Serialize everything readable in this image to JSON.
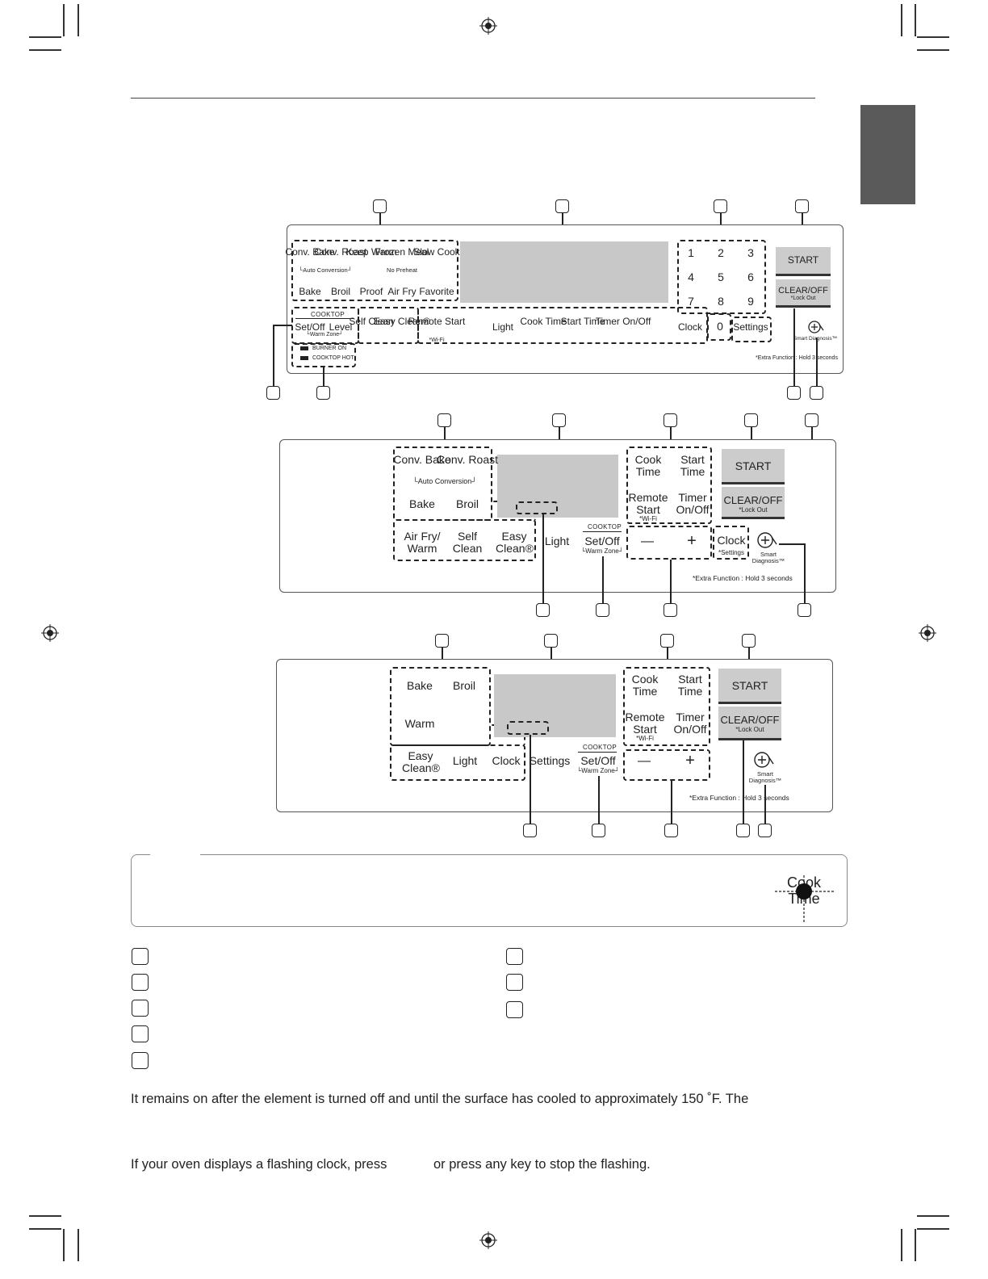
{
  "panel1": {
    "buttons": {
      "conv_bake": "Conv. Bake",
      "conv_roast": "Conv. Roast",
      "auto_conversion": "└Auto Conversion┘",
      "keep_warm": "Keep Warm",
      "frozen_meal": "Frozen Meal",
      "no_preheat": "No Preheat",
      "slow_cook": "Slow Cook",
      "bake": "Bake",
      "broil": "Broil",
      "proof": "Proof",
      "air_fry": "Air Fry",
      "favorite": "Favorite",
      "cooktop_header": "COOKTOP",
      "set_off": "Set/Off",
      "level": "Level",
      "warm_zone": "└Warm Zone┘",
      "self_clean": "Self Clean",
      "easy_clean": "Easy Clean®",
      "remote_start": "Remote Start",
      "wifi": "*Wi-Fi",
      "light": "Light",
      "cook_time": "Cook Time",
      "start_time": "Start Time",
      "timer_onoff": "Timer On/Off",
      "clock": "Clock",
      "settings": "Settings",
      "start": "START",
      "clear_off": "CLEAR/OFF",
      "lock_out": "*Lock Out",
      "smart_diagnosis": "Smart Diagnosis™",
      "burner_on": "BURNER ON",
      "cooktop_hot": "COOKTOP HOT",
      "extra_function": "*Extra Function : Hold 3 seconds"
    },
    "keypad": [
      "1",
      "2",
      "3",
      "4",
      "5",
      "6",
      "7",
      "8",
      "9",
      "0"
    ]
  },
  "panel2": {
    "buttons": {
      "conv_bake": "Conv. Bake",
      "conv_roast": "Conv. Roast",
      "auto_conversion": "└Auto Conversion┘",
      "bake": "Bake",
      "broil": "Broil",
      "air_fry_warm": "Air Fry/ Warm",
      "self_clean": "Self Clean",
      "easy_clean": "Easy Clean®",
      "light": "Light",
      "cooktop_header": "COOKTOP",
      "set_off": "Set/Off",
      "warm_zone": "└Warm Zone┘",
      "cook_time": "Cook Time",
      "start_time": "Start Time",
      "remote_start": "Remote Start",
      "wifi": "*Wi-Fi",
      "timer_onoff": "Timer On/Off",
      "minus": "—",
      "plus": "+",
      "clock": "Clock",
      "settings_sub": "*Settings",
      "start": "START",
      "clear_off": "CLEAR/OFF",
      "lock_out": "*Lock Out",
      "smart_diagnosis": "Smart Diagnosis™",
      "extra_function": "*Extra Function : Hold 3 seconds"
    }
  },
  "panel3": {
    "buttons": {
      "bake": "Bake",
      "broil": "Broil",
      "warm": "Warm",
      "easy_clean": "Easy Clean®",
      "light": "Light",
      "clock": "Clock",
      "settings": "Settings",
      "cooktop_header": "COOKTOP",
      "set_off": "Set/Off",
      "warm_zone": "└Warm Zone┘",
      "cook_time": "Cook Time",
      "start_time": "Start Time",
      "remote_start": "Remote Start",
      "wifi": "*Wi-Fi",
      "timer_onoff": "Timer On/Off",
      "minus": "—",
      "plus": "+",
      "start": "START",
      "clear_off": "CLEAR/OFF",
      "lock_out": "*Lock Out",
      "smart_diagnosis": "Smart Diagnosis™",
      "extra_function": "*Extra Function : Hold 3 seconds"
    }
  },
  "note": {
    "cook_time_icon_label": "Cook Time"
  },
  "body_text": {
    "line1": "It remains on after the element is turned off and until the surface has cooled to approximately 150 ˚F. The",
    "line2_a": "If your oven displays a flashing clock, press",
    "line2_b": "or press any key to stop the flashing."
  }
}
